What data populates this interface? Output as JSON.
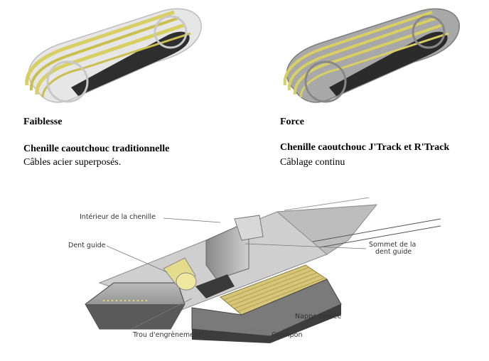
{
  "left": {
    "heading": "Faiblesse",
    "subtitle": "Chenille caoutchouc traditionnelle",
    "description": "Câbles acier superposés."
  },
  "right": {
    "heading": "Force",
    "subtitle": "Chenille caoutchouc J'Track et R'Track",
    "description": "Câblage continu"
  },
  "diagram": {
    "labels": {
      "interieur": "Intérieur de la chenille",
      "dent_guide": "Dent guide",
      "sommet_1": "Sommet de la",
      "sommet_2": "dent guide",
      "nappe": "Nappe cablée",
      "trou": "Trou d'engrènement",
      "crampon": "Crampon"
    }
  },
  "colors": {
    "cable_yellow": "#d8cf62",
    "rubber_dark": "#2b2b2b",
    "rubber_gray": "#9a9a9a"
  }
}
